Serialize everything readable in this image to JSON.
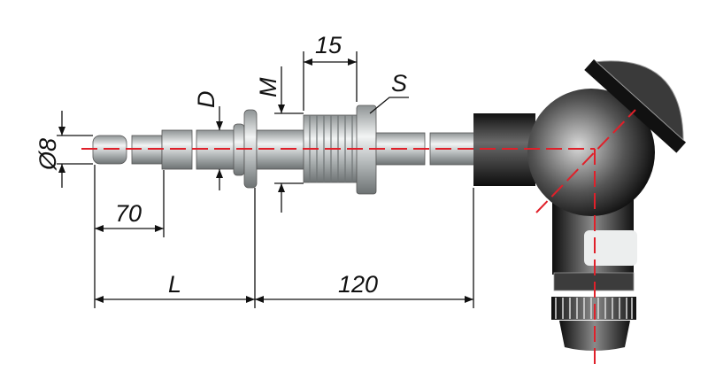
{
  "title": "Thermocouple sensor with connection head — dimensional drawing",
  "dimensions": {
    "thread_length": "15",
    "wrench_size": "S",
    "thread": "M",
    "diameter": "D",
    "tip_diameter": "Ø8",
    "tip_length": "70",
    "immersion_length": "L",
    "neck_length": "120"
  },
  "colors": {
    "axis": "#e0202a",
    "metal": "#b8bcbd",
    "head": "#2a2a2a"
  }
}
